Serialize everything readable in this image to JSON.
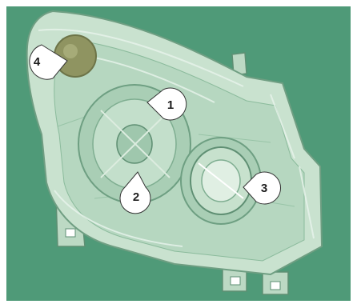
{
  "diagram": {
    "background_color": "#4f9a78",
    "housing_color": "#c9e2cf",
    "housing_dark_color": "#8dbd9f",
    "bulb_color": "#8f9461",
    "callouts": [
      {
        "id": "4",
        "label": "4"
      },
      {
        "id": "1",
        "label": "1"
      },
      {
        "id": "2",
        "label": "2"
      },
      {
        "id": "3",
        "label": "3"
      }
    ]
  }
}
